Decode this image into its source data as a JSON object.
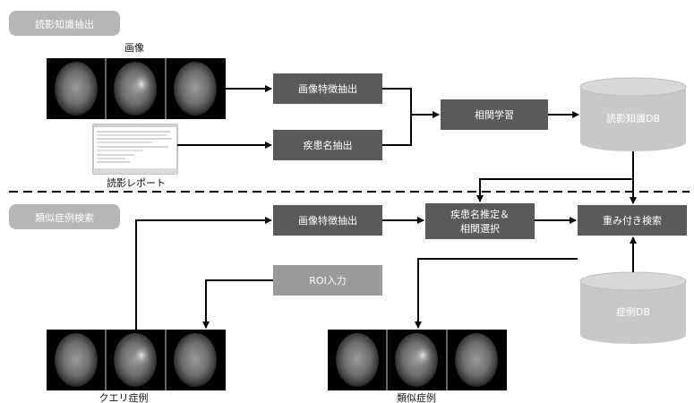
{
  "sections": {
    "top": "読影知識抽出",
    "bottom": "類似症例検索"
  },
  "labels": {
    "image": "画像",
    "report": "読影レポート",
    "query": "クエリ症例",
    "similar": "類似症例"
  },
  "boxes": {
    "feature_top": "画像特徴抽出",
    "disease_extract": "疾患名抽出",
    "correlation": "相関学習",
    "knowledge_db": "読影知識DB",
    "feature_bottom": "画像特徴抽出",
    "disease_estimate_line1": "疾患名推定＆",
    "disease_estimate_line2": "相関選択",
    "weighted_search": "重み付き検索",
    "roi_input": "ROI入力",
    "case_db": "症例DB"
  },
  "colors": {
    "box_dark": "#5a5a5a",
    "box_light": "#9a9a9a",
    "pill": "#b5b5b5",
    "cylinder": "#c8c8c8"
  }
}
